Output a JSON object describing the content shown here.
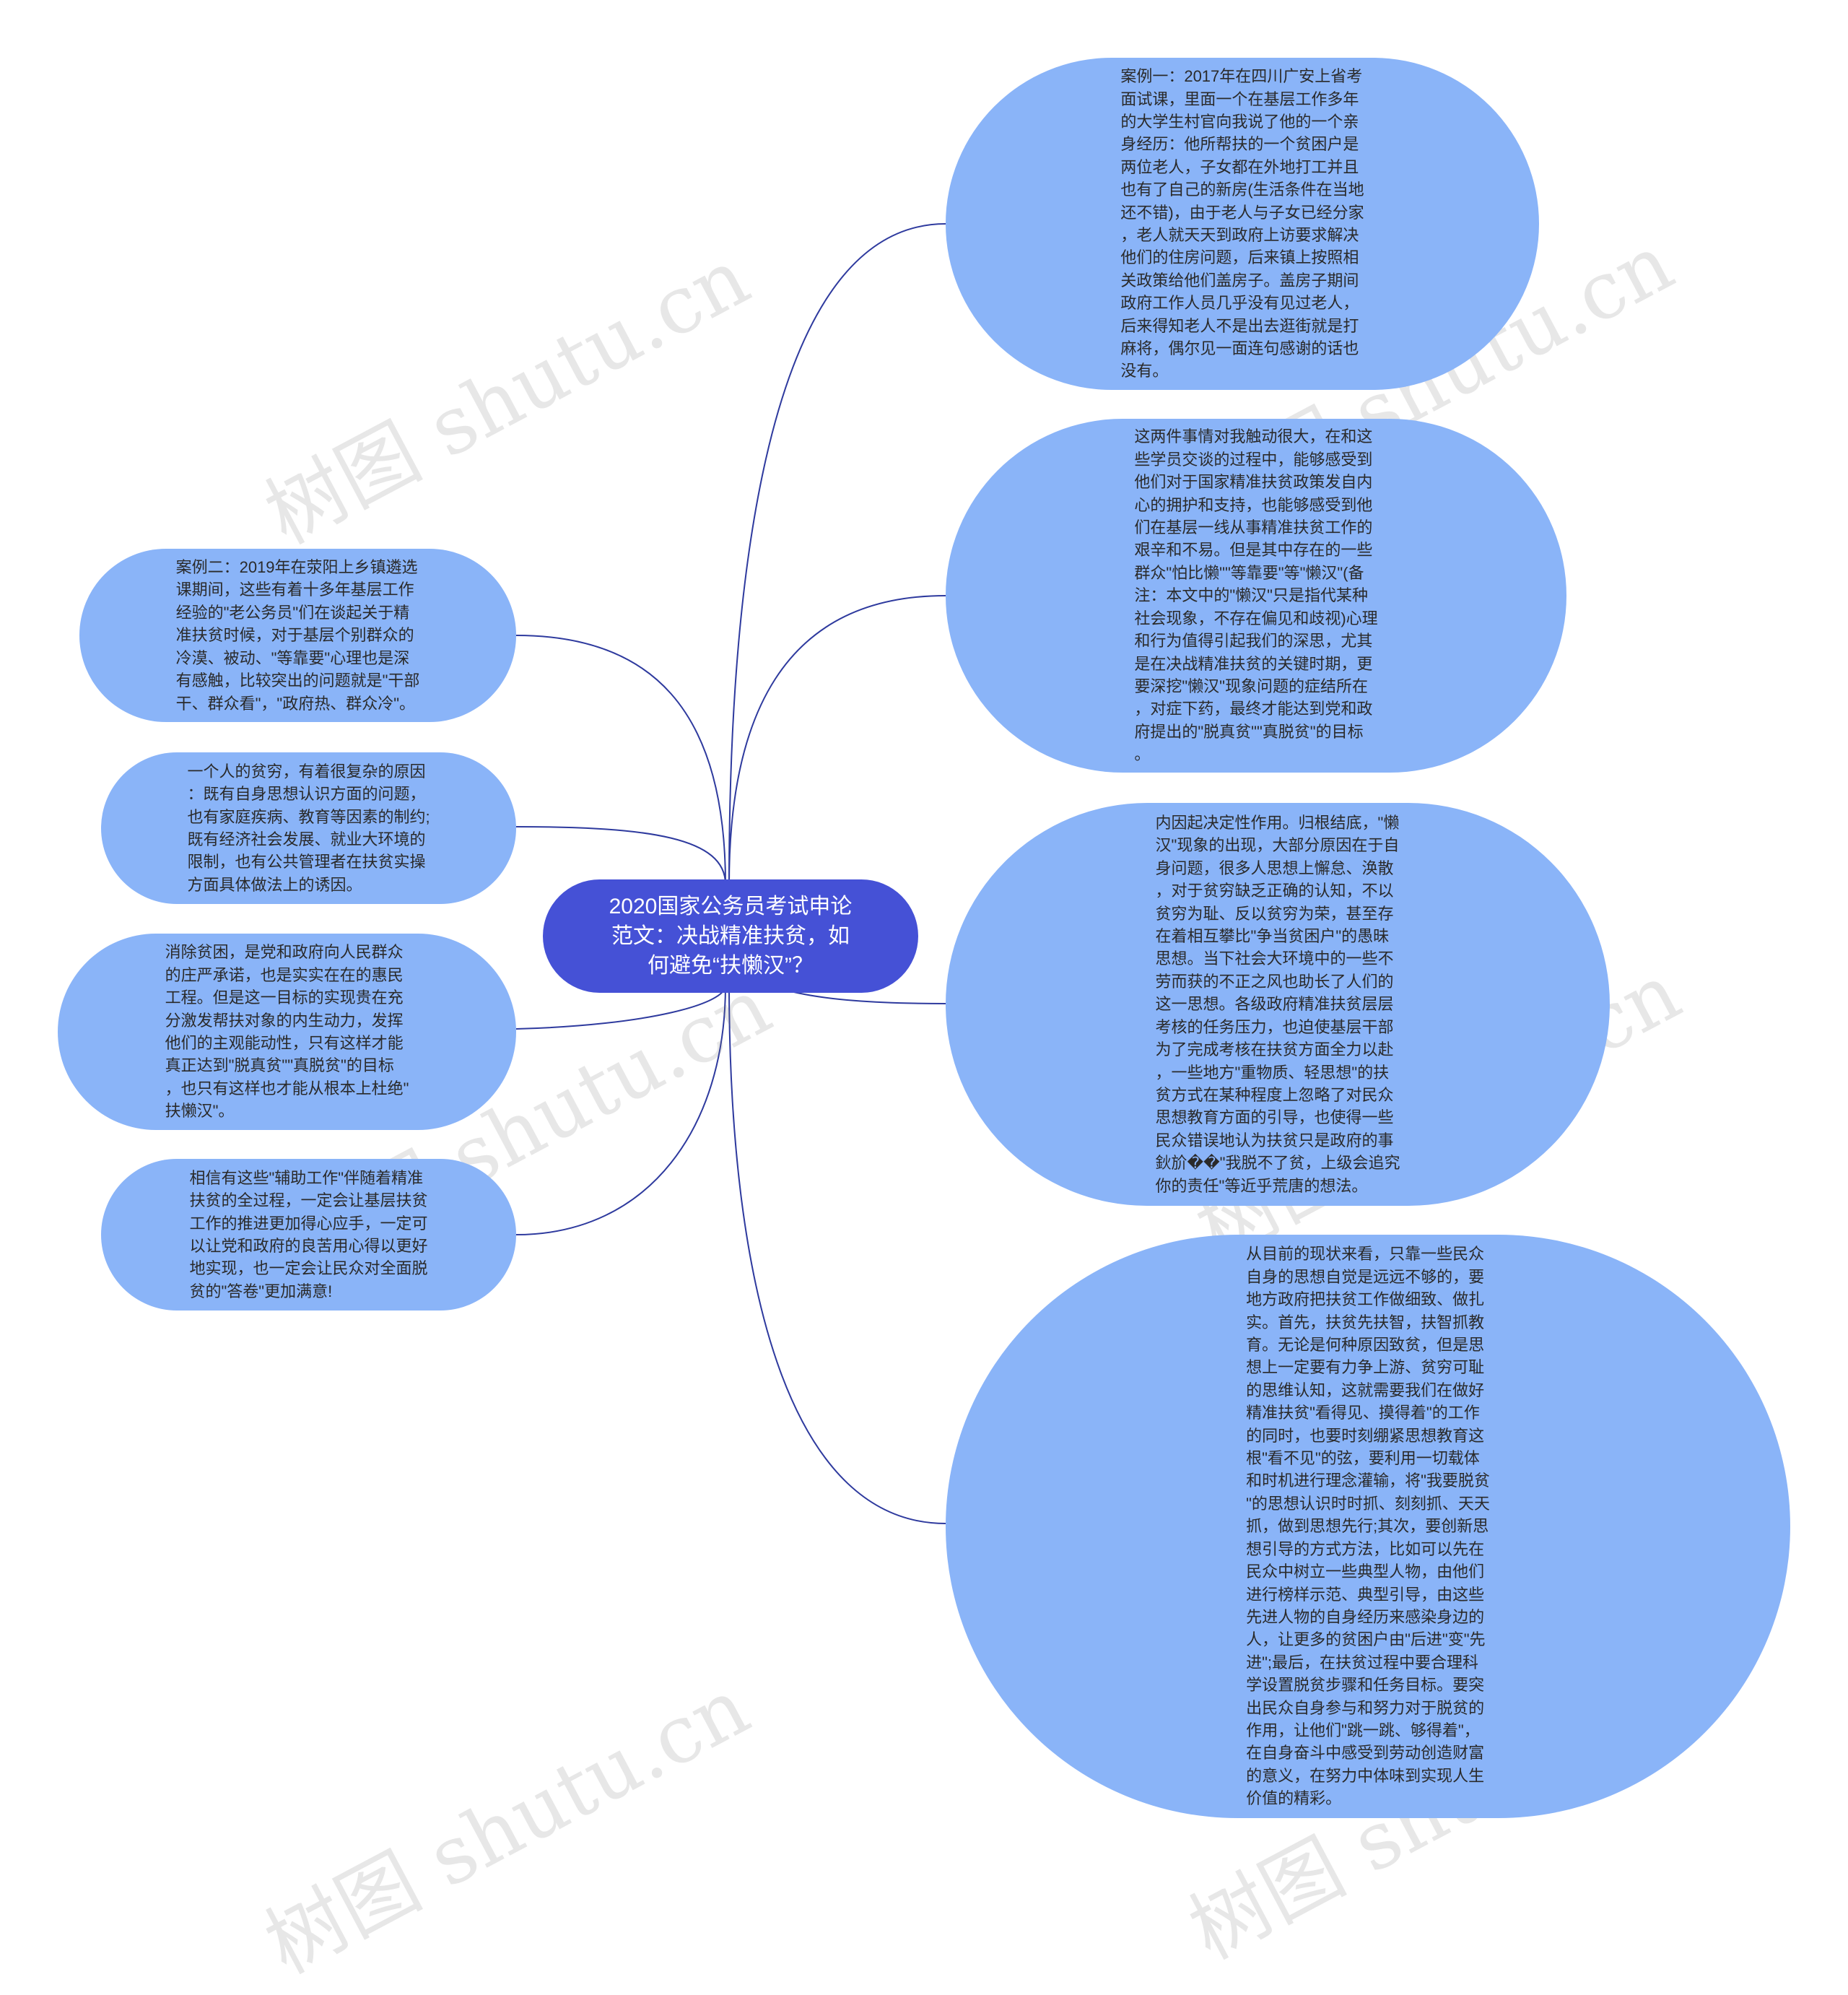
{
  "central": "2020国家公务员考试申论\n范文：决战精准扶贫，如\n何避免“扶懒汉”？",
  "watermark": "树图 shutu.cn",
  "colors": {
    "central": "#4551d6",
    "node": "#8ab4f8",
    "link": "#2e3a9e"
  },
  "right": {
    "case1": "案例一：2017年在四川广安上省考\n面试课，里面一个在基层工作多年\n的大学生村官向我说了他的一个亲\n身经历：他所帮扶的一个贫困户是\n两位老人，子女都在外地打工并且\n也有了自己的新房(生活条件在当地\n还不错)，由于老人与子女已经分家\n，老人就天天到政府上访要求解决\n他们的住房问题，后来镇上按照相\n关政策给他们盖房子。盖房子期间\n政府工作人员几乎没有见过老人，\n后来得知老人不是出去逛街就是打\n麻将，偶尔见一面连句感谢的话也\n没有。",
    "reflection": "这两件事情对我触动很大，在和这\n些学员交谈的过程中，能够感受到\n他们对于国家精准扶贫政策发自内\n心的拥护和支持，也能够感受到他\n们在基层一线从事精准扶贫工作的\n艰辛和不易。但是其中存在的一些\n群众\"怕比懒\"\"等靠要\"等\"懒汉\"(备\n注：本文中的\"懒汉\"只是指代某种\n社会现象，不存在偏见和歧视)心理\n和行为值得引起我们的深思，尤其\n是在决战精准扶贫的关键时期，更\n要深挖\"懒汉\"现象问题的症结所在\n，对症下药，最终才能达到党和政\n府提出的\"脱真贫\"\"真脱贫\"的目标\n。",
    "internal": "内因起决定性作用。归根结底，\"懒\n汉\"现象的出现，大部分原因在于自\n身问题，很多人思想上懈怠、涣散\n，对于贫穷缺乏正确的认知，不以\n贫穷为耻、反以贫穷为荣，甚至存\n在着相互攀比\"争当贫困户\"的愚昧\n思想。当下社会大环境中的一些不\n劳而获的不正之风也助长了人们的\n这一思想。各级政府精准扶贫层层\n考核的任务压力，也迫使基层干部\n为了完成考核在扶贫方面全力以赴\n，一些地方\"重物质、轻思想\"的扶\n贫方式在某种程度上忽略了对民众\n思想教育方面的引导，也使得一些\n民众错误地认为扶贫只是政府的事\n鈥斺��\"我脱不了贫，上级会追究\n你的责任\"等近乎荒唐的想法。",
    "measures": "从目前的现状来看，只靠一些民众\n自身的思想自觉是远远不够的，要\n地方政府把扶贫工作做细致、做扎\n实。首先，扶贫先扶智，扶智抓教\n育。无论是何种原因致贫，但是思\n想上一定要有力争上游、贫穷可耻\n的思维认知，这就需要我们在做好\n精准扶贫\"看得见、摸得着\"的工作\n的同时，也要时刻绷紧思想教育这\n根\"看不见\"的弦，要利用一切载体\n和时机进行理念灌输，将\"我要脱贫\n\"的思想认识时时抓、刻刻抓、天天\n抓，做到思想先行;其次，要创新思\n想引导的方式方法，比如可以先在\n民众中树立一些典型人物，由他们\n进行榜样示范、典型引导，由这些\n先进人物的自身经历来感染身边的\n人，让更多的贫困户由\"后进\"变\"先\n进\";最后，在扶贫过程中要合理科\n学设置脱贫步骤和任务目标。要突\n出民众自身参与和努力对于脱贫的\n作用，让他们\"跳一跳、够得着\"，\n在自身奋斗中感受到劳动创造财富\n的意义，在努力中体味到实现人生\n价值的精彩。"
  },
  "left": {
    "case2": "案例二：2019年在荥阳上乡镇遴选\n课期间，这些有着十多年基层工作\n经验的\"老公务员\"们在谈起关于精\n准扶贫时候，对于基层个别群众的\n冷漠、被动、\"等靠要\"心理也是深\n有感触，比较突出的问题就是\"干部\n干、群众看\"，\"政府热、群众冷\"。",
    "causes": "一个人的贫穷，有着很复杂的原因\n：既有自身思想认识方面的问题，\n也有家庭疾病、教育等因素的制约;\n既有经济社会发展、就业大环境的\n限制，也有公共管理者在扶贫实操\n方面具体做法上的诱因。",
    "promise": "消除贫困，是党和政府向人民群众\n的庄严承诺，也是实实在在的惠民\n工程。但是这一目标的实现贵在充\n分激发帮扶对象的内生动力，发挥\n他们的主观能动性，只有这样才能\n真正达到\"脱真贫\"\"真脱贫\"的目标\n，也只有这样也才能从根本上杜绝\"\n扶懒汉\"。",
    "belief": "相信有这些\"辅助工作\"伴随着精准\n扶贫的全过程，一定会让基层扶贫\n工作的推进更加得心应手，一定可\n以让党和政府的良苦用心得以更好\n地实现，也一定会让民众对全面脱\n贫的\"答卷\"更加满意!"
  }
}
